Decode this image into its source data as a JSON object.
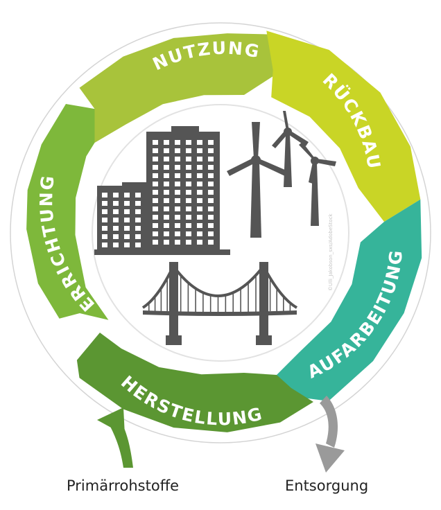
{
  "cycle": {
    "stages": [
      {
        "id": "nutzung",
        "label": "NUTZUNG",
        "color": "#a8c33b"
      },
      {
        "id": "rueckbau",
        "label": "RÜCKBAU",
        "color": "#c9d526"
      },
      {
        "id": "aufarbeitung",
        "label": "AUFARBEITUNG",
        "color": "#36b49a"
      },
      {
        "id": "herstellung",
        "label": "HERSTELLUNG",
        "color": "#5b9632"
      },
      {
        "id": "errichtung",
        "label": "ERRICHTUNG",
        "color": "#7eb83b"
      }
    ],
    "center_icons": [
      "office-buildings-icon",
      "wind-turbines-icon",
      "suspension-bridge-icon"
    ],
    "credit": "©Ulli_Jakobson_sxs/AdobeStock"
  },
  "inputs": {
    "primary_materials": {
      "label": "Primärrohstoffe",
      "arrow_color": "#5b9632"
    },
    "disposal": {
      "label": "Entsorgung",
      "arrow_color": "#9a9a9a"
    }
  }
}
